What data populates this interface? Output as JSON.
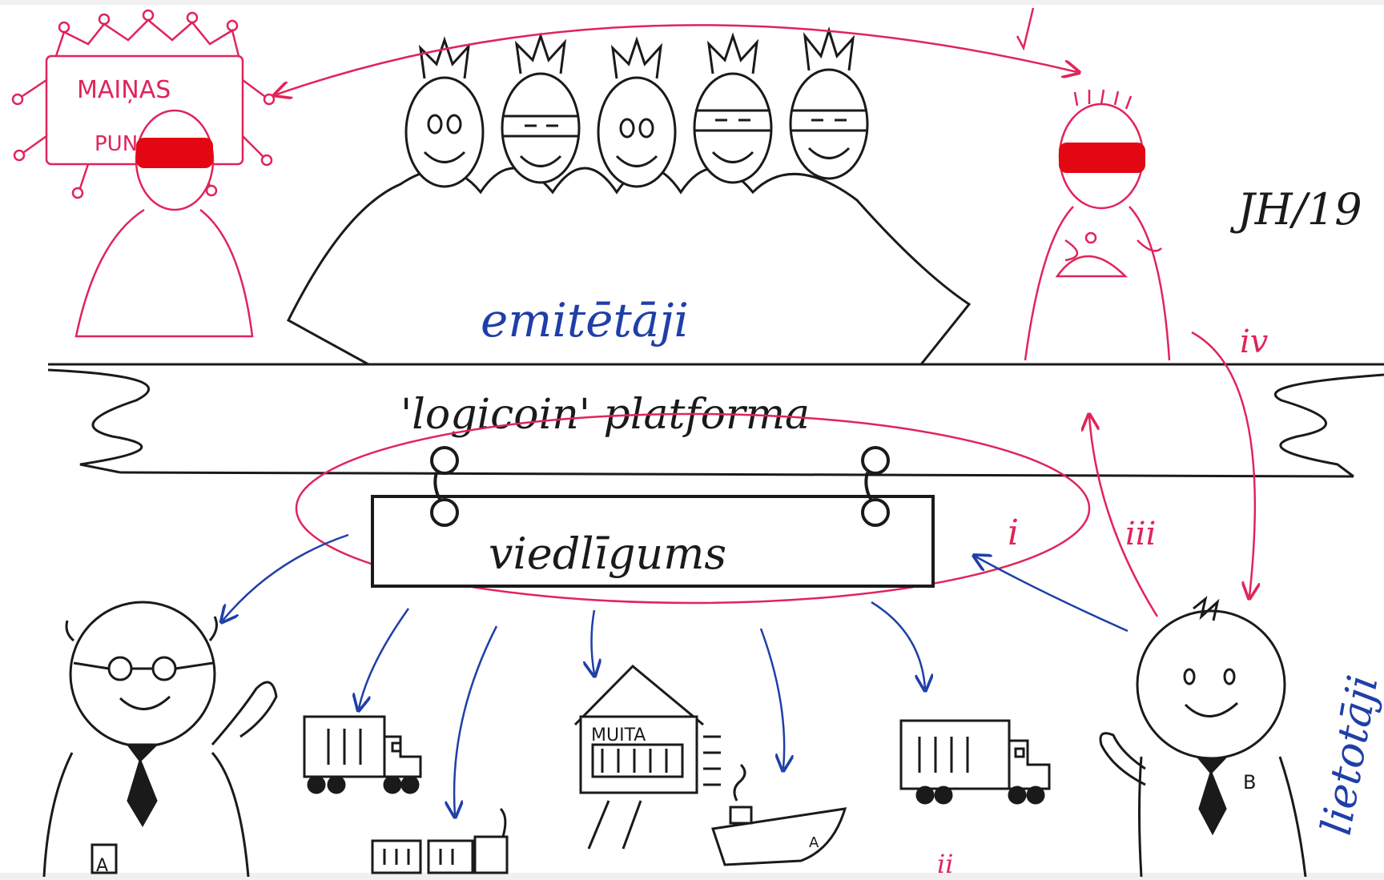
{
  "labels": {
    "exchange_sign_line1": "MAIŅAS",
    "exchange_sign_line2": "PUN",
    "issuers": "emitētāji",
    "platform": "'logicoin' platforma",
    "smart_contract": "viedlīgums",
    "users": "lietotāji",
    "customs": "MUITA",
    "signature": "JH/19",
    "badge_a": "A",
    "badge_b": "B",
    "ship_mark": "A"
  },
  "flow_markers": {
    "i": "i",
    "ii": "ii",
    "iii": "iii",
    "iv": "iv"
  },
  "colors": {
    "ink": "#1a1a1a",
    "pink": "#e0245a",
    "red": "#e30613",
    "blue": "#1f3fa8",
    "paper": "#ffffff",
    "frame": "#f0f0f0"
  }
}
